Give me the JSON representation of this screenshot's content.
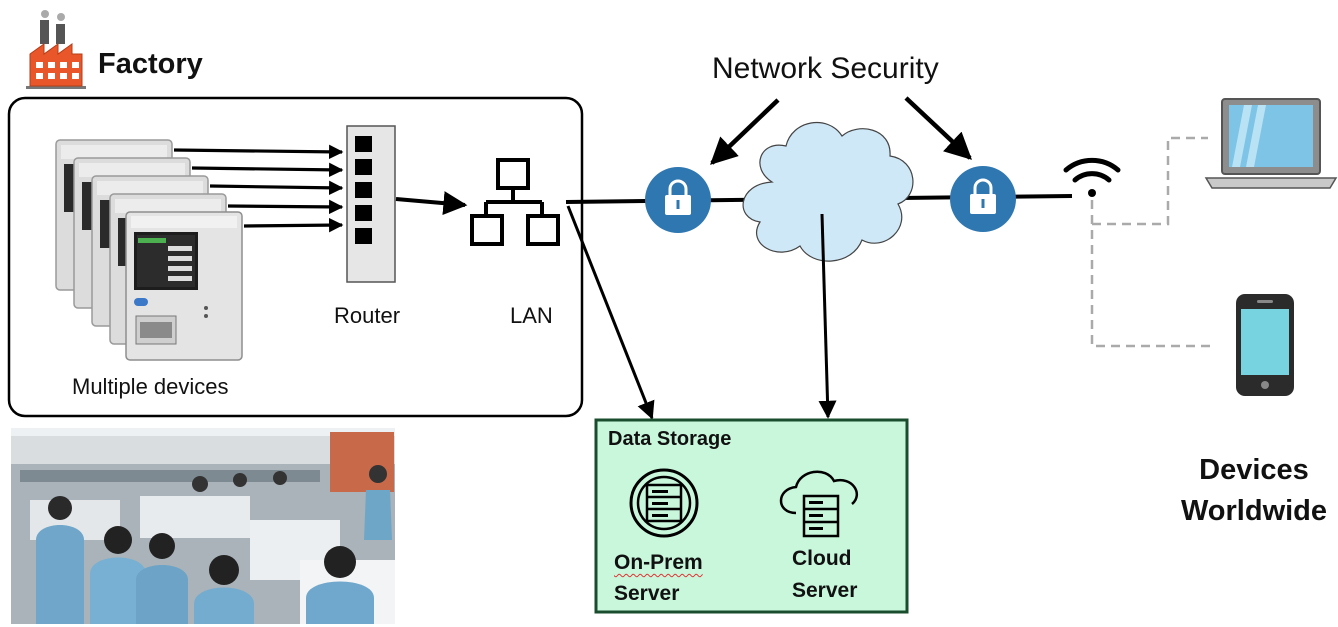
{
  "factory": {
    "title": "Factory",
    "devices_label": "Multiple devices",
    "router_label": "Router",
    "lan_label": "LAN"
  },
  "network": {
    "security_label": "Network Security"
  },
  "data_storage": {
    "title": "Data Storage",
    "onprem_label_line1": "On-Prem",
    "onprem_label_line2": "Server",
    "cloud_label_line1": "Cloud",
    "cloud_label_line2": "Server"
  },
  "worldwide": {
    "label_line1": "Devices",
    "label_line2": "Worldwide"
  },
  "colors": {
    "lock_blue": "#2f77b1",
    "cloud_fill": "#cfe8f7",
    "storage_fill": "#c9f7dc",
    "storage_border": "#1a4d2e",
    "factory_orange": "#e8562a",
    "laptop_screen": "#7ec4e6",
    "phone_screen": "#78d3e0",
    "dashed_gray": "#aaaaaa"
  },
  "icons": [
    "factory-icon",
    "router-icon",
    "lan-icon",
    "lock-icon",
    "cloud-icon",
    "wifi-icon",
    "laptop-icon",
    "smartphone-icon",
    "server-rack-icon",
    "cloud-server-icon"
  ]
}
